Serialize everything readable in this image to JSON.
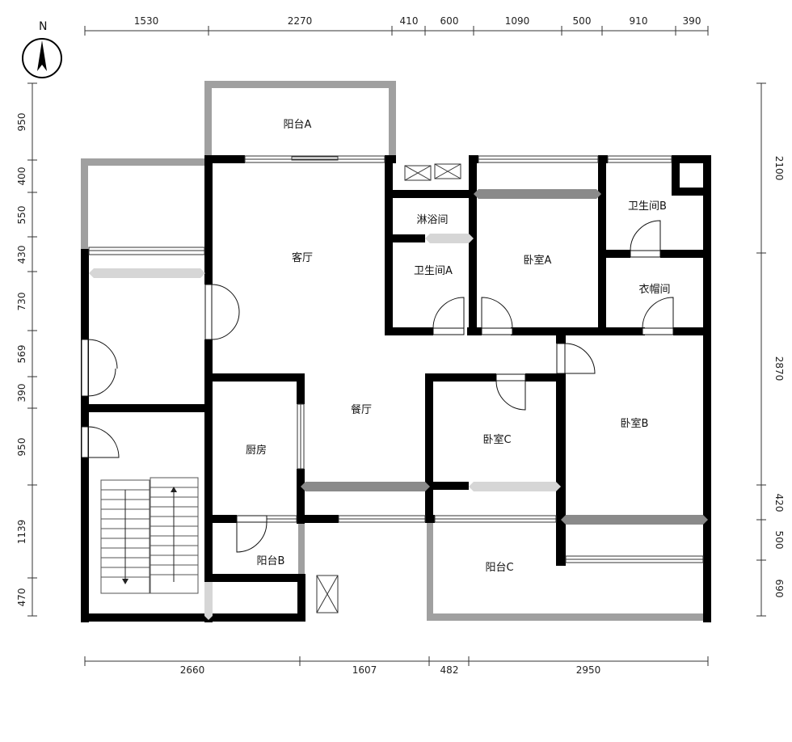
{
  "compass": {
    "label": "N"
  },
  "dimensions": {
    "top": [
      "1530",
      "2270",
      "410",
      "600",
      "1090",
      "500",
      "910",
      "390"
    ],
    "bottom": [
      "2660",
      "1607",
      "482",
      "2950"
    ],
    "left": [
      "950",
      "400",
      "550",
      "430",
      "730",
      "569",
      "390",
      "950",
      "1139",
      "470"
    ],
    "right": [
      "2100",
      "2870",
      "420",
      "500",
      "690"
    ]
  },
  "rooms": {
    "balcony_a": "阳台A",
    "living_room": "客厅",
    "shower": "淋浴间",
    "bathroom_a": "卫生间A",
    "bedroom_a": "卧室A",
    "bathroom_b": "卫生间B",
    "closet": "衣帽间",
    "dining": "餐厅",
    "kitchen": "厨房",
    "bedroom_c": "卧室C",
    "bedroom_b": "卧室B",
    "balcony_b": "阳台B",
    "balcony_c": "阳台C"
  }
}
